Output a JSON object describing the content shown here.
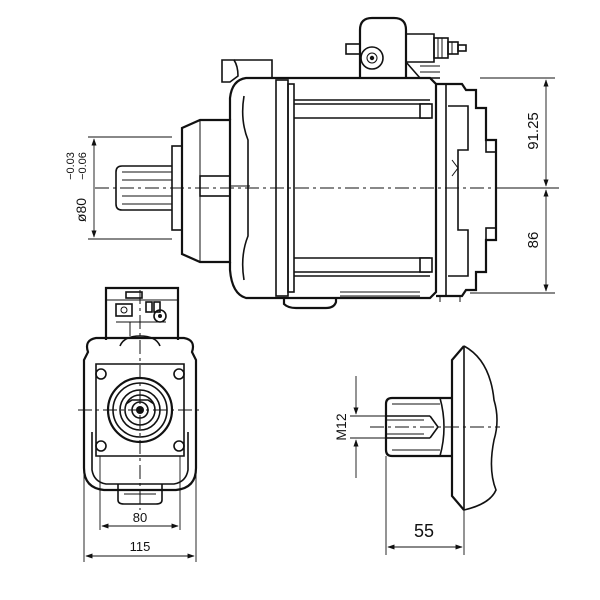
{
  "dimensions": {
    "shaft_diameter_nominal": "ø80",
    "shaft_tolerance_upper": "−0.03",
    "shaft_tolerance_lower": "−0.06",
    "height_top": "91.25",
    "height_bottom": "86",
    "flange_width_inner": "80",
    "flange_width_outer": "115",
    "shaft_length": "55",
    "thread_size": "M12"
  }
}
